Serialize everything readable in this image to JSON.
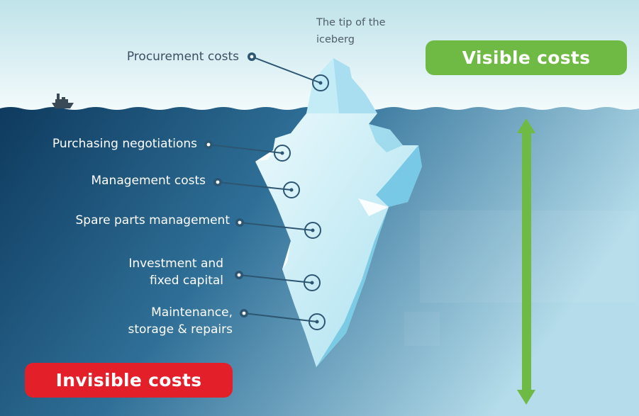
{
  "tip_caption": [
    "The tip of the",
    "iceberg"
  ],
  "labels": {
    "procurement": "Procurement costs",
    "purchasing": "Purchasing negotiations",
    "management": "Management costs",
    "spare_parts": "Spare parts management",
    "investment": [
      "Investment and",
      "fixed capital"
    ],
    "maintenance": [
      "Maintenance,",
      "storage & repairs"
    ]
  },
  "badges": {
    "visible": "Visible costs",
    "invisible": "Invisible costs"
  },
  "colors": {
    "sky_top": "#bfe3ea",
    "sky_bottom": "#f4fbfc",
    "ocean_dark": "#0e3a5e",
    "ocean_light": "#b4dcea",
    "ice": "#cdeef5",
    "ice_shadow": "#6cc3e0",
    "visible_green": "#6fba44",
    "invisible_red": "#e3202a",
    "leader_line": "#2c5672",
    "text_dark": "#3a4f61"
  },
  "icons": [
    "ship-icon",
    "double-arrow-icon"
  ]
}
